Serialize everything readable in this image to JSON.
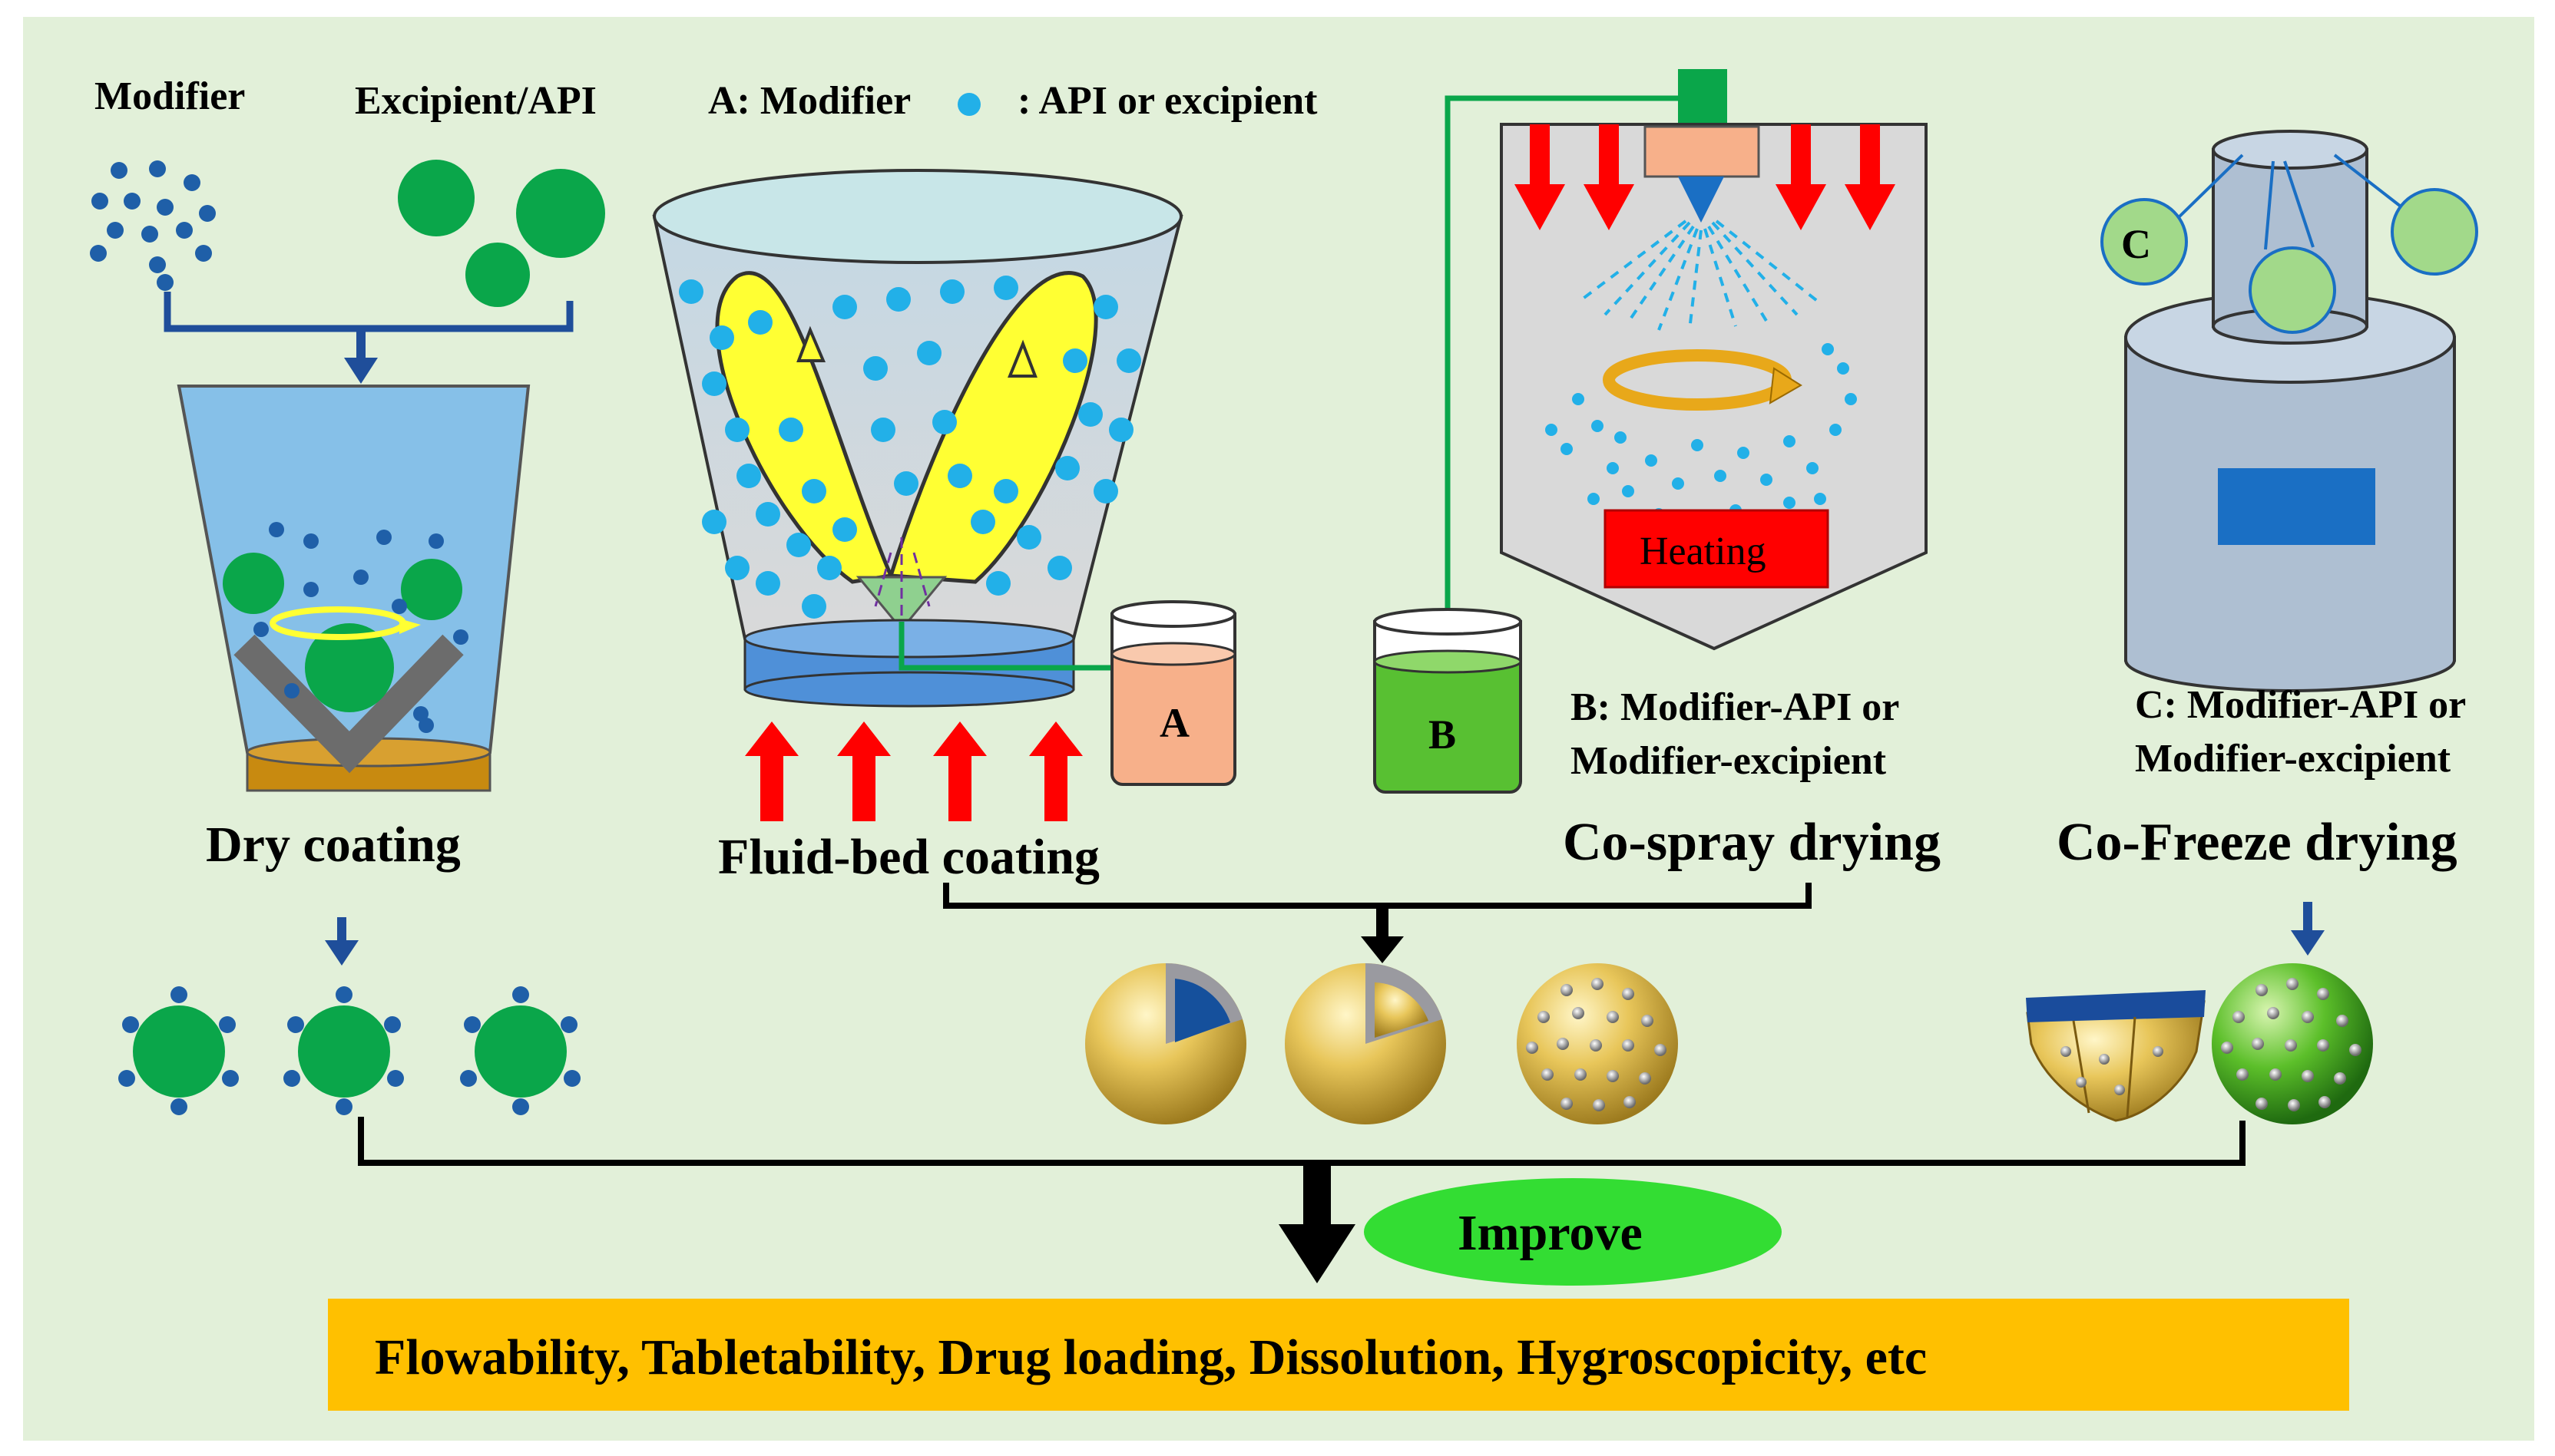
{
  "labels": {
    "modifier": "Modifier",
    "excipient_api": "Excipient/API",
    "legend_a_prefix": "A: Modifier",
    "legend_a_suffix": ": API or excipient",
    "dry_coating": "Dry coating",
    "fluid_bed": "Fluid-bed coating",
    "co_spray": "Co-spray drying",
    "co_freeze": "Co-Freeze drying",
    "heating": "Heating",
    "beaker_a": "A",
    "beaker_b": "B",
    "freeze_c": "C",
    "b_line1": "B: Modifier-API or",
    "b_line2": "Modifier-excipient",
    "c_line1": "C: Modifier-API or",
    "c_line2": "Modifier-excipient",
    "improve": "Improve",
    "benefits": "Flowability, Tabletability, Drug loading, Dissolution, Hygroscopicity, etc"
  },
  "colors": {
    "background": "#e2f0d9",
    "green_particle": "#0aa64a",
    "modifier_dot": "#1f5fa8",
    "light_blue_dot": "#22b0e8",
    "heat_arrow": "#ff0000",
    "yellow_flow": "#ffff33",
    "benefit_box": "#ffc000",
    "improve_ellipse": "#33dd33"
  }
}
